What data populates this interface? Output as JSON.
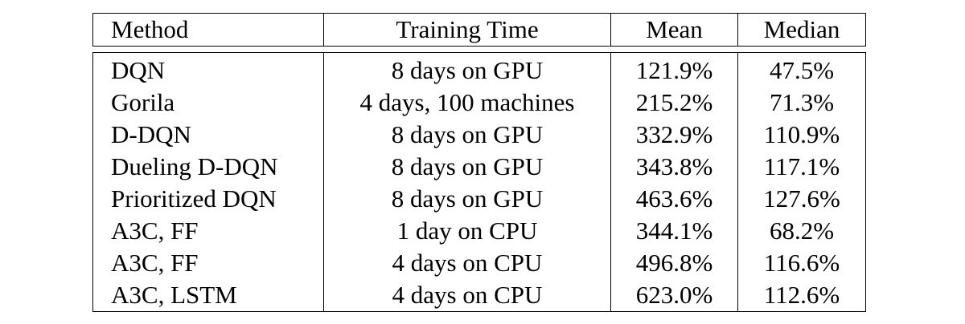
{
  "table": {
    "headers": [
      "Method",
      "Training Time",
      "Mean",
      "Median"
    ],
    "rows": [
      [
        "DQN",
        "8 days on GPU",
        "121.9%",
        "47.5%"
      ],
      [
        "Gorila",
        "4 days, 100 machines",
        "215.2%",
        "71.3%"
      ],
      [
        "D-DQN",
        "8 days on GPU",
        "332.9%",
        "110.9%"
      ],
      [
        "Dueling D-DQN",
        "8 days on GPU",
        "343.8%",
        "117.1%"
      ],
      [
        "Prioritized DQN",
        "8 days on GPU",
        "463.6%",
        "127.6%"
      ],
      [
        "A3C, FF",
        "1 day on CPU",
        "344.1%",
        "68.2%"
      ],
      [
        "A3C, FF",
        "4 days on CPU",
        "496.8%",
        "116.6%"
      ],
      [
        "A3C, LSTM",
        "4 days on CPU",
        "623.0%",
        "112.6%"
      ]
    ]
  }
}
